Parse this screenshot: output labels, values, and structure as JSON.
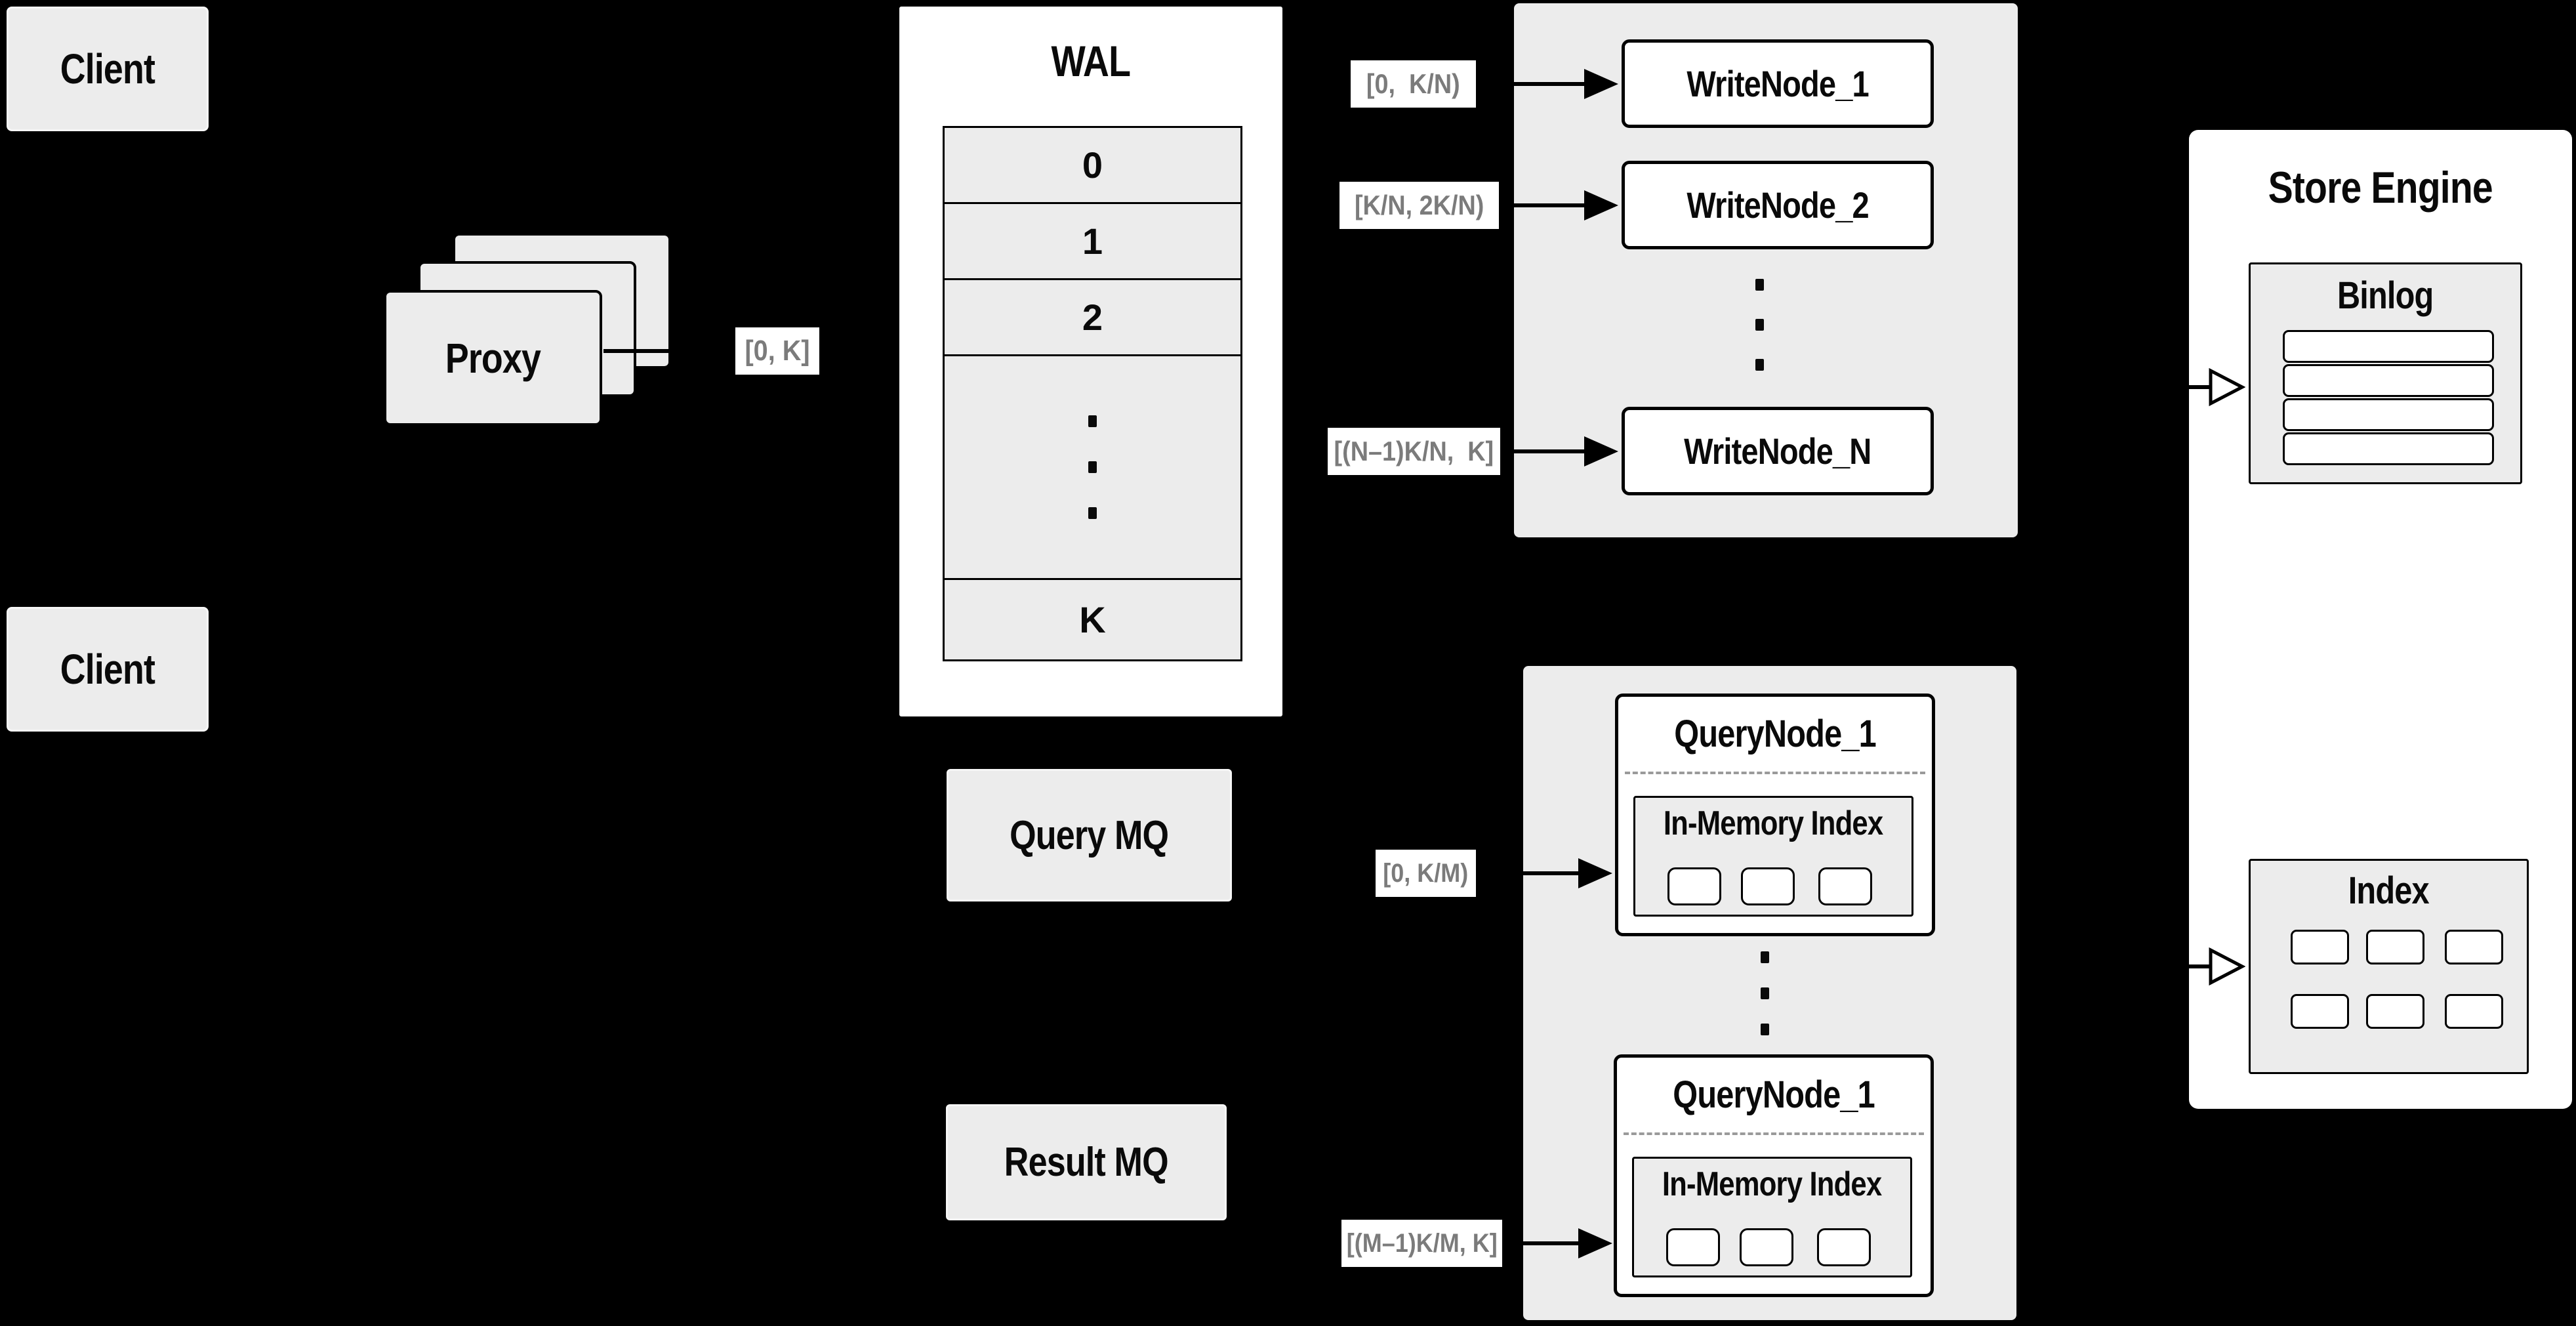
{
  "diagram": {
    "clients": {
      "top": "Client",
      "bottom": "Client"
    },
    "proxy": {
      "label": "Proxy"
    },
    "wal": {
      "title": "WAL",
      "segments": [
        "0",
        "1",
        "2"
      ],
      "last_segment": "K"
    },
    "edge_labels": {
      "proxy_to_wal": "[0, K]",
      "to_write_node_1": "[0,  K/N)",
      "to_write_node_2": "[K/N, 2K/N)",
      "to_write_node_n": "[(N–1)K/N,  K]",
      "to_query_node_1": "[0, K/M)",
      "to_query_node_m": "[(M–1)K/M, K]"
    },
    "write_nodes": {
      "node1": "WriteNode_1",
      "node2": "WriteNode_2",
      "nodeN": "WriteNode_N"
    },
    "store_engine": {
      "title": "Store Engine",
      "binlog_title": "Binlog",
      "index_title": "Index"
    },
    "mq": {
      "query": "Query MQ",
      "result": "Result MQ"
    },
    "query_nodes": {
      "top_title": "QueryNode_1",
      "bottom_title": "QueryNode_1",
      "in_memory_top": "In-Memory Index",
      "in_memory_bottom": "In-Memory Index"
    }
  },
  "colors": {
    "background": "#000000",
    "panel_gray": "#ececec",
    "box_white": "#ffffff",
    "line_black": "#000000",
    "label_text_gray": "#7b7b7b",
    "dashed_gray": "#9a9a9a"
  }
}
